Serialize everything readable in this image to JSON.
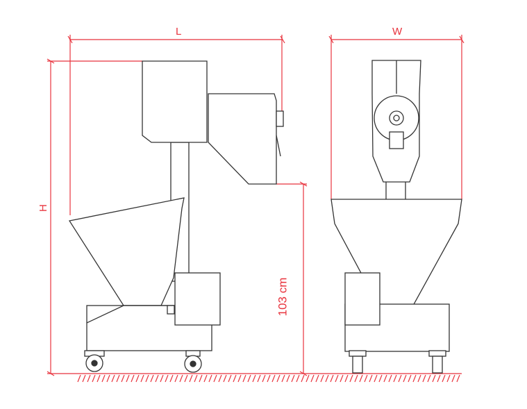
{
  "dimensions": {
    "length_label": "L",
    "width_label": "W",
    "height_label": "H",
    "outlet_height_label": "103 cm"
  },
  "colors": {
    "dimension": "#e8323c",
    "machine_line": "#333333",
    "background": "#ffffff"
  },
  "views": [
    "side-view",
    "front-view"
  ]
}
